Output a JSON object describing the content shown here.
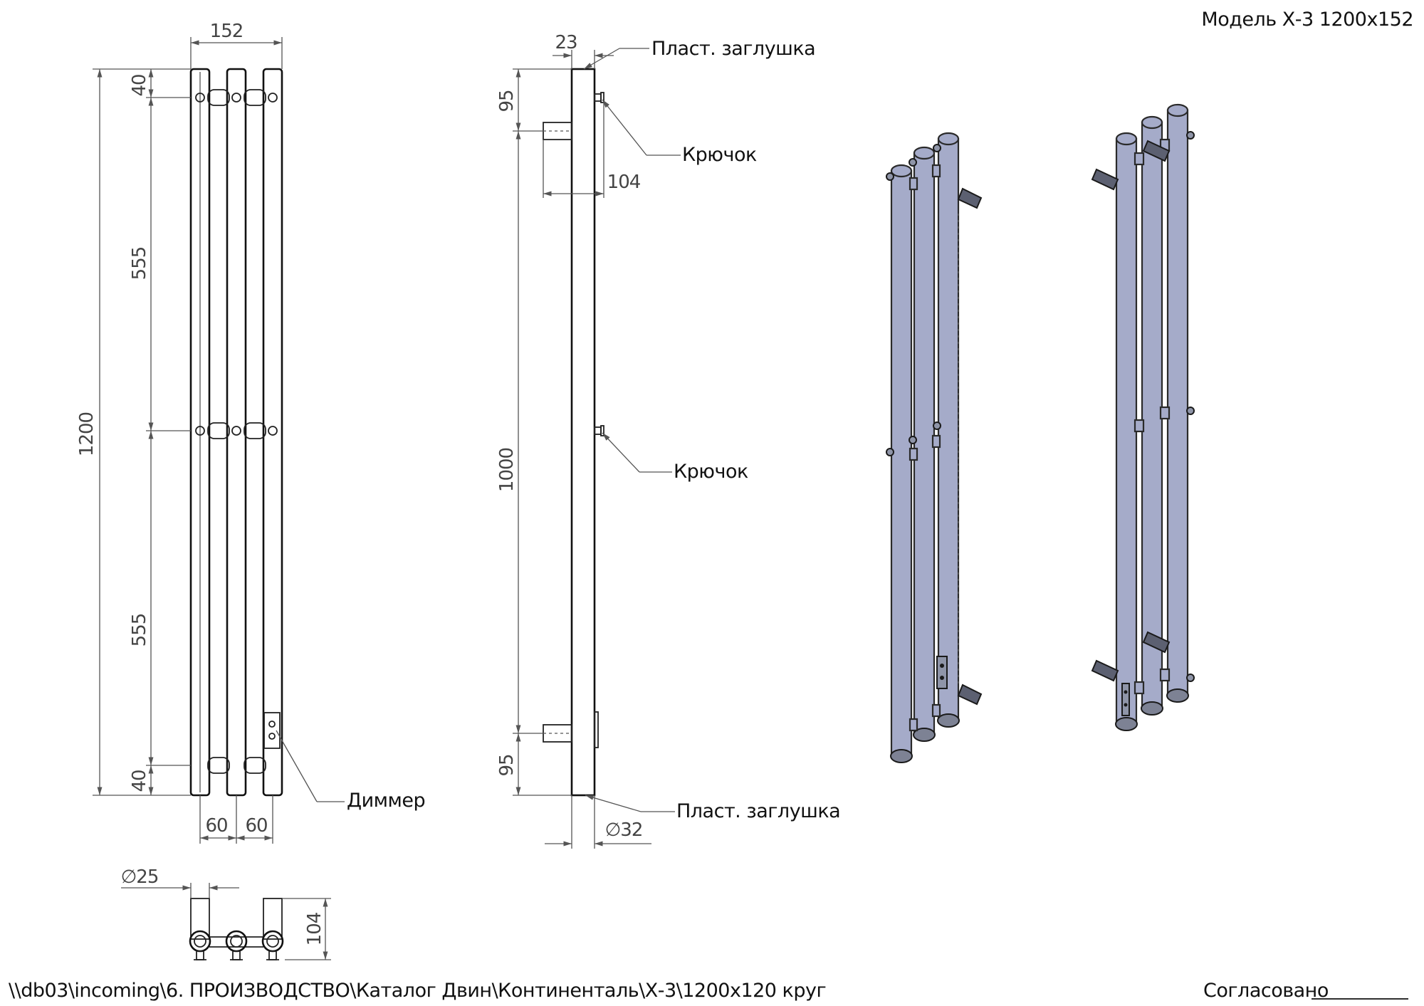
{
  "model_title": "Модель Х-3 1200х152",
  "file_path": "\\\\db03\\incoming\\6. ПРОИЗВОДСТВО\\Каталог Двин\\Континенталь\\Х-3\\1200х120 круг",
  "approval_label": "Согласовано",
  "callouts": {
    "plastic_cap_top": "Пласт. заглушка",
    "plastic_cap_bottom": "Пласт. заглушка",
    "hook_top": "Крючок",
    "hook_middle": "Крючок",
    "dimmer": "Диммер"
  },
  "front_view": {
    "overall_width": "152",
    "overall_height": "1200",
    "top_offset": "40",
    "upper_span": "555",
    "lower_span": "555",
    "bottom_offset": "40",
    "spacing_left": "60",
    "spacing_right": "60"
  },
  "side_view": {
    "top_cap_offset": "23",
    "hook_offset_top": "95",
    "hook_offset_bottom": "95",
    "hook_length": "104",
    "mount_span": "1000",
    "tube_diameter": "∅32"
  },
  "top_view": {
    "tube_diameter": "∅25",
    "depth": "104"
  },
  "colors": {
    "tube": "#a5abc9",
    "line": "#111111"
  }
}
